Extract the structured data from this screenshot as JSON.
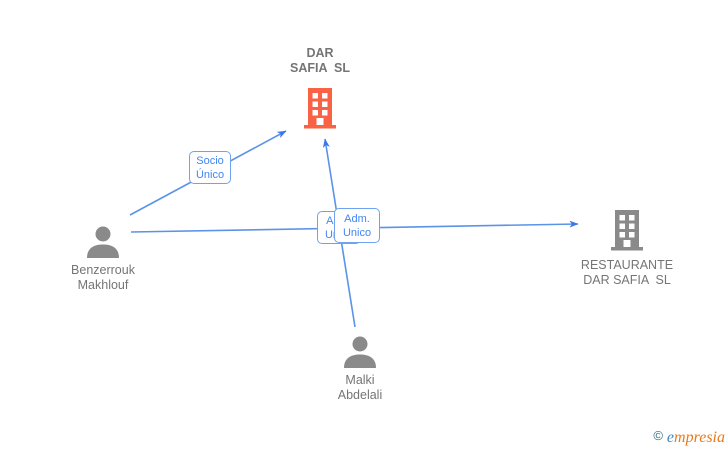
{
  "diagram_type": "corporate-relationship-chart",
  "colors": {
    "company_highlight": "#F96245",
    "company_neutral": "#8A8A8A",
    "person": "#8A8A8A",
    "node_text": "#757575",
    "edge_line": "#5B93E8",
    "edge_arrowhead": "#3B78E8",
    "edge_label_border": "#6FA3F2",
    "edge_label_text": "#4285F4",
    "logo_copyright": "#2E6E7A",
    "logo_first_letter": "#3F87C5",
    "logo_rest": "#E87A1E"
  },
  "nodes": {
    "dar_safia": {
      "type": "company",
      "line1": "DAR",
      "line2": "SAFIA  SL"
    },
    "restaurante": {
      "type": "company",
      "line1": "RESTAURANTE",
      "line2": "DAR SAFIA  SL"
    },
    "benzerrouk": {
      "type": "person",
      "line1": "Benzerrouk",
      "line2": "Makhlouf"
    },
    "malki": {
      "type": "person",
      "line1": "Malki",
      "line2": "Abdelali"
    }
  },
  "edges": {
    "benzerrouk_to_dar_safia": {
      "label_line1": "Socio",
      "label_line2": "Único"
    },
    "benzerrouk_to_restaurante": {
      "label_line1": "Adm.",
      "label_line2": "Unico"
    },
    "malki_to_dar_safia": {
      "label_line1": "Adm.",
      "label_line2": "Unico"
    }
  },
  "logo": {
    "copyright": "©",
    "brand_first_letter": "e",
    "brand_rest": "mpresia"
  }
}
